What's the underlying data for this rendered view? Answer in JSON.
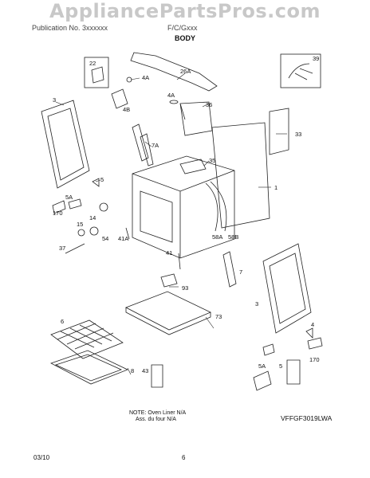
{
  "header": {
    "watermark": "AppliancePartsPros.com",
    "left": "Publication No. 3xxxxxx",
    "right": "F/C/Gxxx",
    "section_title": "BODY"
  },
  "callouts": {
    "c22": "22",
    "c4A_top": "4A",
    "c4B": "4B",
    "c26A": "26A",
    "c39": "39",
    "c3_left": "3",
    "c4A_mid": "4A",
    "c36": "36",
    "c33": "33",
    "c7A": "7A",
    "c35": "35",
    "c1": "1",
    "c5_left": "5",
    "c5A_left": "5A",
    "c170_left": "170",
    "c14": "14",
    "c15": "15",
    "c54": "54",
    "c41A": "41A",
    "c37": "37",
    "c58A": "58A",
    "c58B": "58B",
    "c41": "41",
    "c7": "7",
    "c93": "93",
    "c3_right": "3",
    "c73": "73",
    "c6": "6",
    "c4_right": "4",
    "c170_right": "170",
    "c5A_right": "5A",
    "c5_right": "5",
    "c8": "8",
    "c43": "43"
  },
  "note": {
    "line1": "NOTE: Oven Liner N/A",
    "line2": "Ass. du four N/A"
  },
  "model_code": "VFFGF3019LWA",
  "footer": {
    "date": "03/10",
    "page": "6"
  }
}
